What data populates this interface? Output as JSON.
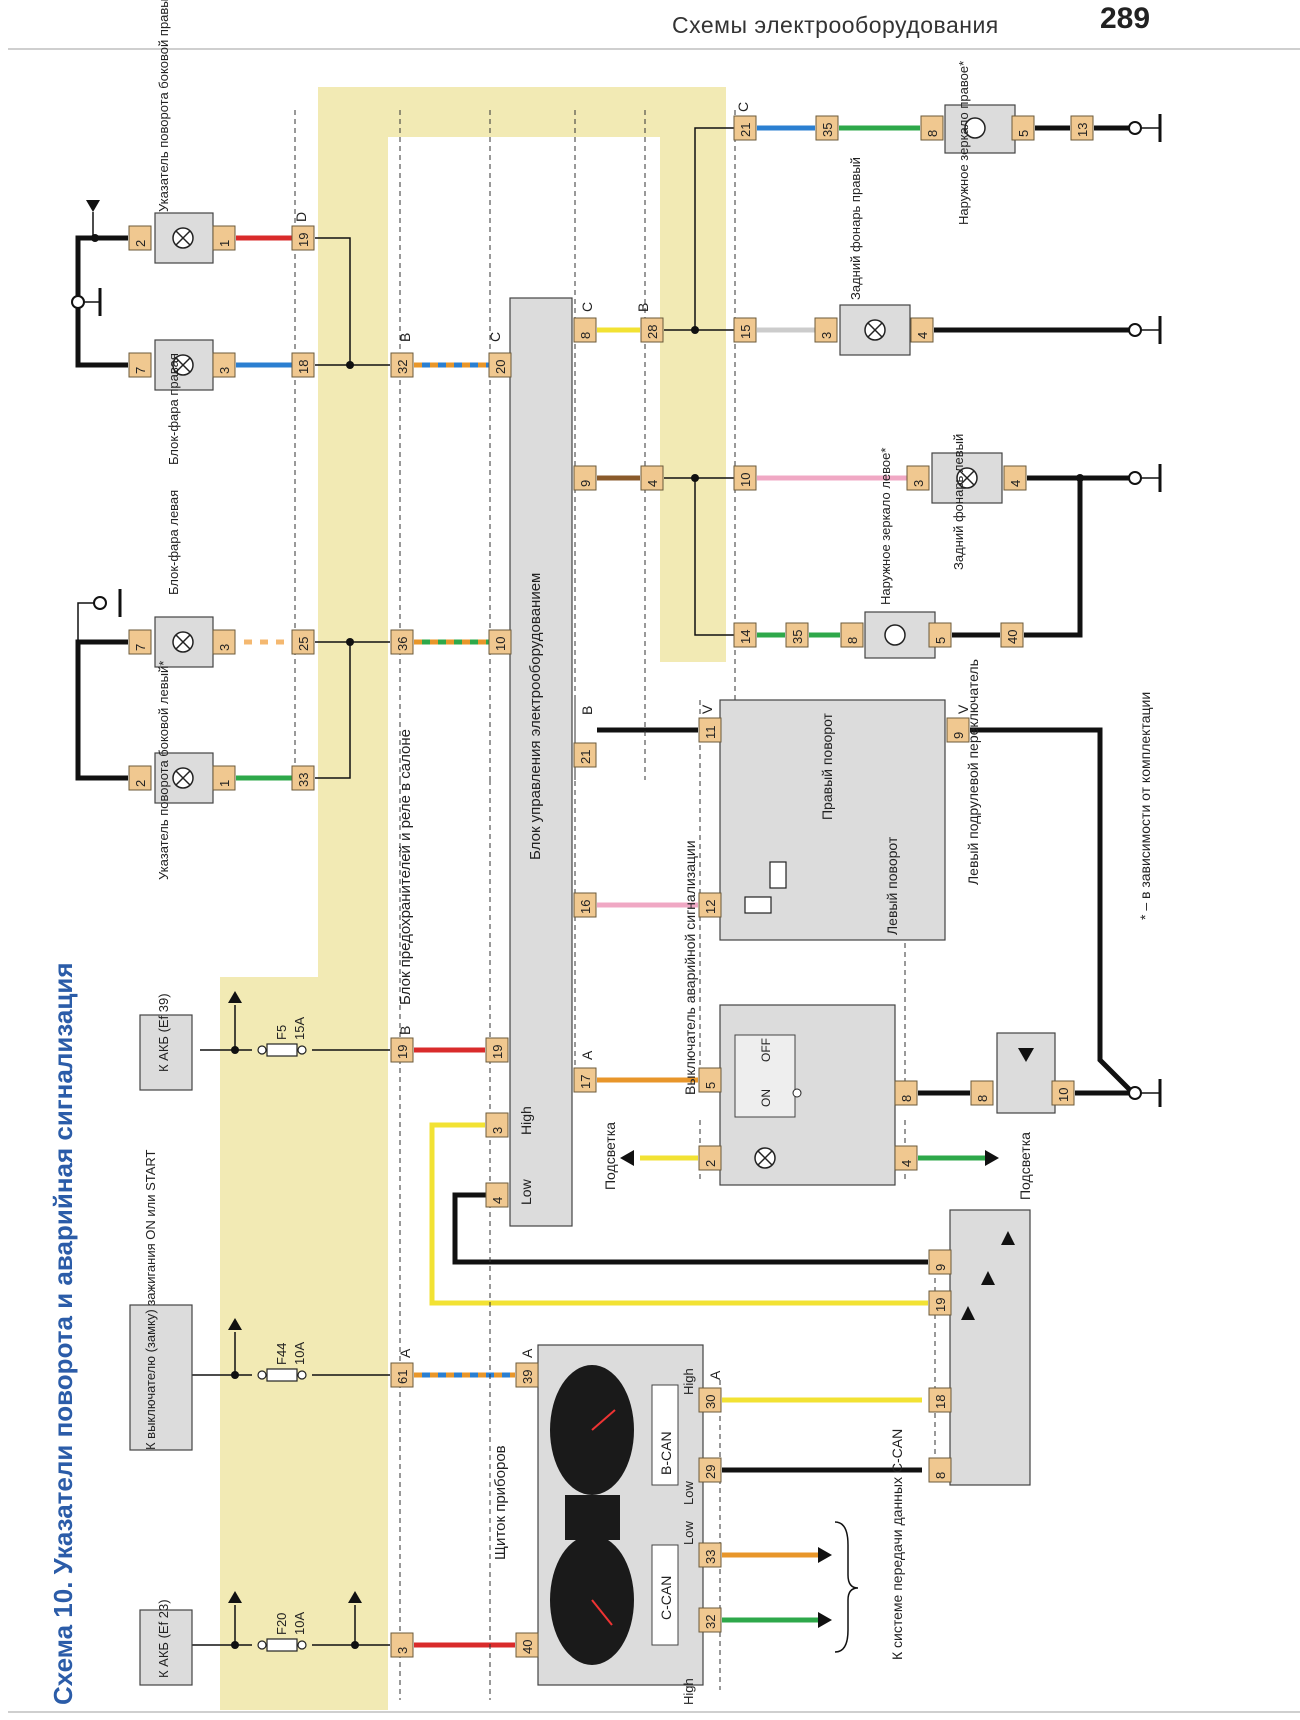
{
  "header": {
    "section_title": "Схемы электрооборудования",
    "page_number": "289"
  },
  "diagram": {
    "title": "Схема 10. Указатели поворота и аварийная сигнализация",
    "footnote": "* – в зависимости от комплектации",
    "colors": {
      "band": "#f2eab4",
      "red": "#d92b2b",
      "blue": "#2b7fd1",
      "green": "#2ea84a",
      "yellow": "#f2e233",
      "orange": "#e8962a",
      "pink": "#f0a8c4",
      "black": "#111111",
      "brown": "#8a5a2b",
      "box": "#dcdcdc",
      "pin": "#f0c890"
    },
    "components": {
      "turn_side_right": "Указатель поворота боковой правый*",
      "headlamp_right": "Блок-фара правая",
      "headlamp_left": "Блок-фара левая",
      "turn_side_left": "Указатель поворота боковой левый*",
      "fuse_relay_block": "Блок предохранителей и реле в салоне",
      "bcm": "Блок управления электрооборудованием",
      "mirror_right": "Наружное зеркало правое*",
      "rear_lamp_right": "Задний фонарь правый",
      "mirror_left": "Наружное зеркало левое*",
      "rear_lamp_left": "Задний фонарь левый",
      "steering_switch": "Левый подрулевой переключатель",
      "right_turn": "Правый поворот",
      "left_turn": "Левый поворот",
      "hazard_switch": "Выключатель аварийной сигнализации",
      "cluster": "Щиток приборов",
      "backlight": "Подсветка",
      "ccan_network": "К системе передачи данных C-CAN",
      "akb_ef39": "К АКБ (Ef 39)",
      "ignition": "К выключателю (замку) зажигания ON или START",
      "akb_ef23": "К АКБ (Ef 23)"
    },
    "fuses": [
      {
        "id": "F5",
        "rating": "15A"
      },
      {
        "id": "F44",
        "rating": "10A"
      },
      {
        "id": "F20",
        "rating": "10A"
      }
    ],
    "signals": {
      "high": "High",
      "low": "Low",
      "bcan": "B-CAN",
      "ccan": "C-CAN",
      "on": "ON",
      "off": "OFF"
    },
    "connectors": {
      "A": "A",
      "B": "B",
      "C": "C",
      "D": "D",
      "V": "V"
    }
  }
}
